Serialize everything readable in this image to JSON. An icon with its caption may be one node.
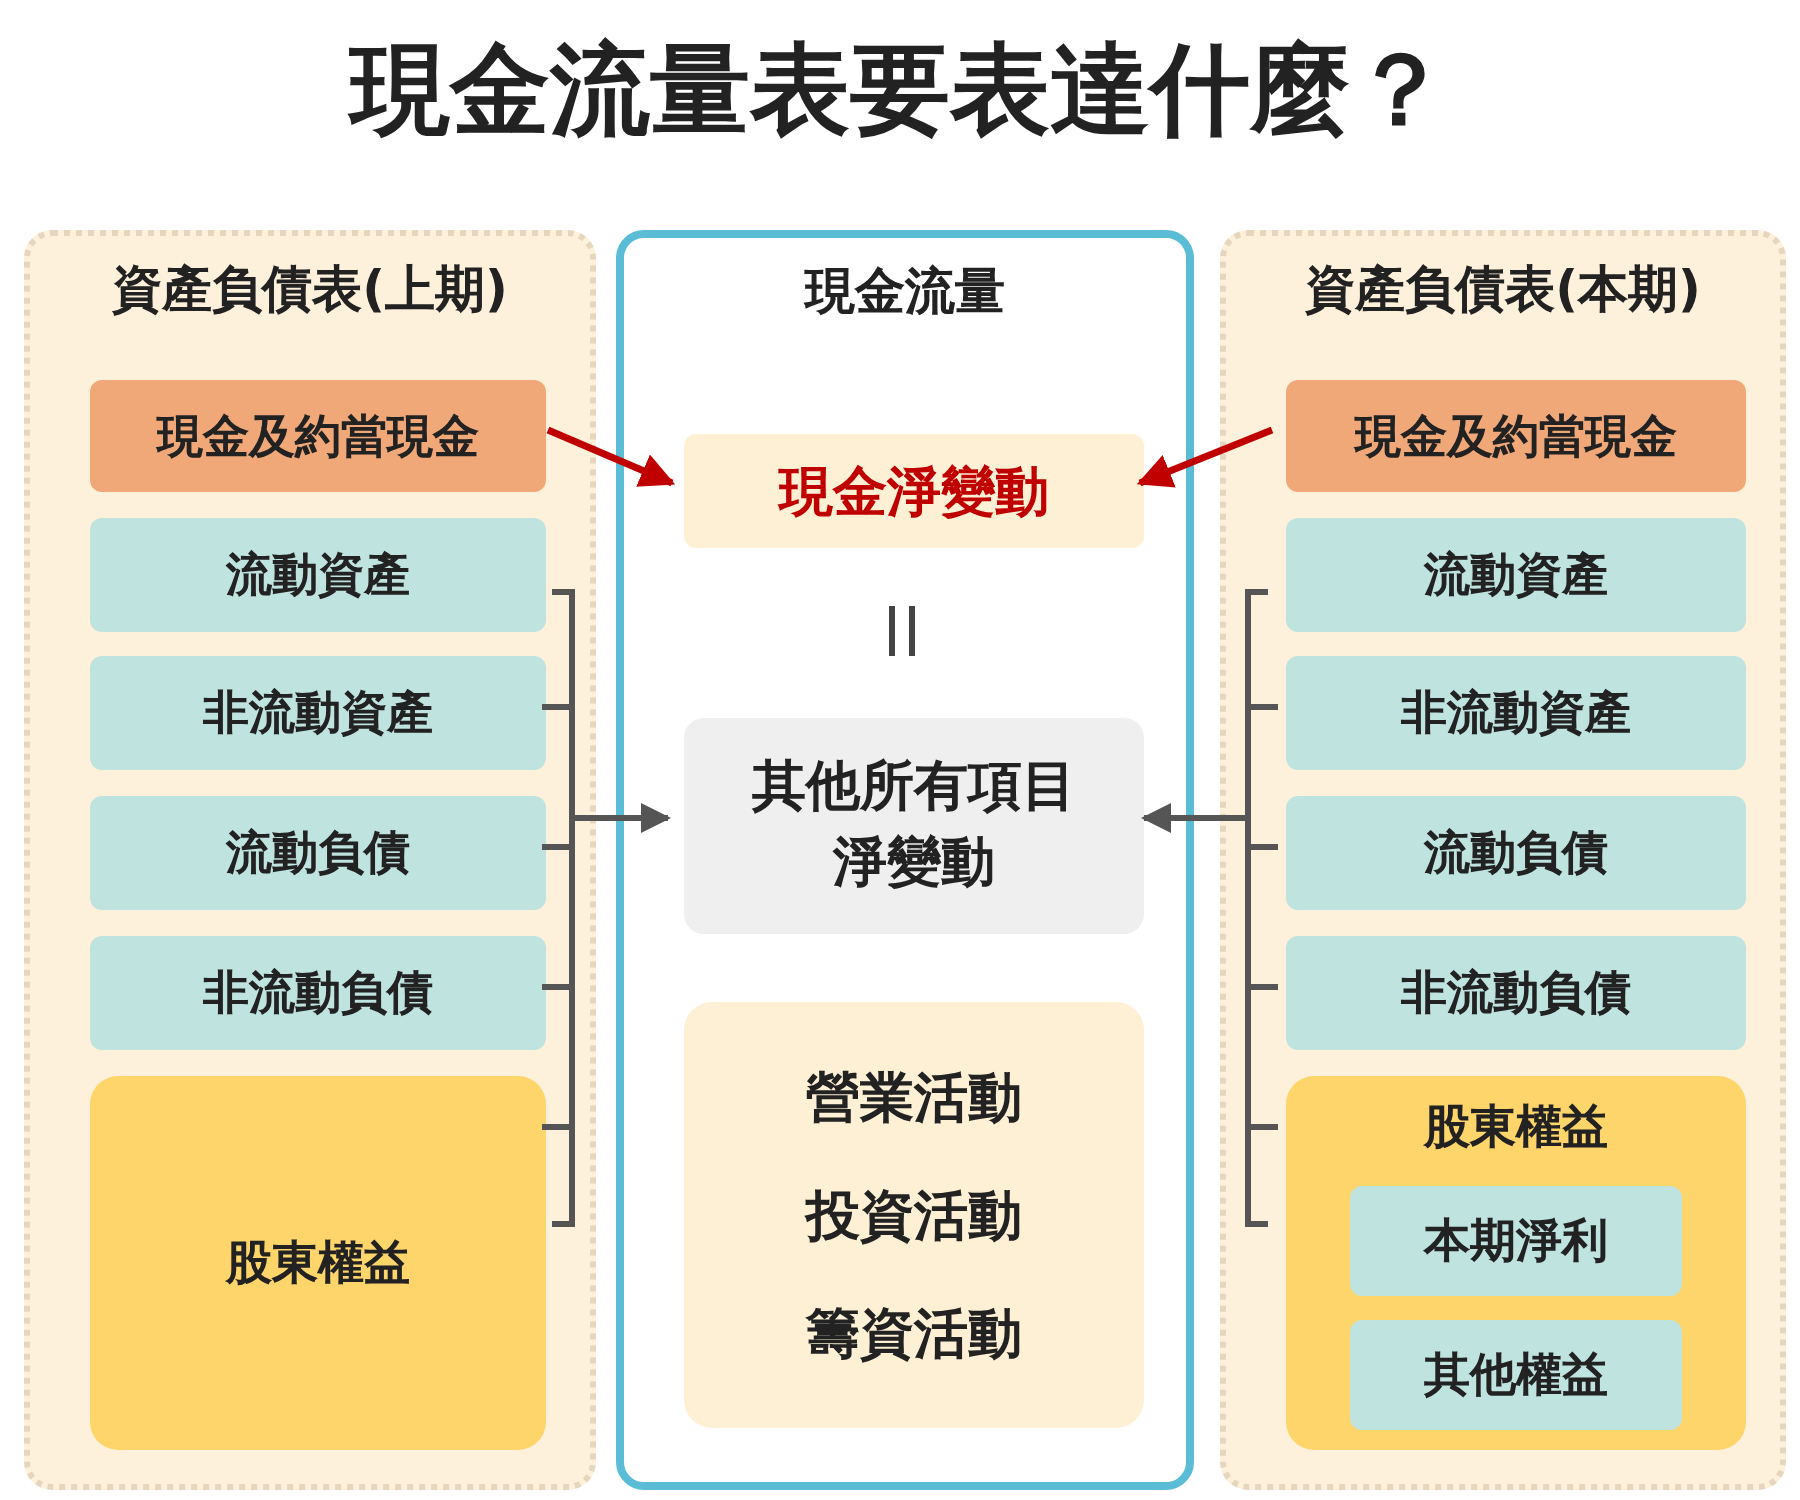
{
  "diagram": {
    "title": "現金流量表要表達什麼？",
    "nodes": [
      {
        "text": [
          "資產負債表(上期)"
        ]
      },
      {
        "text": [
          "現金及約當現金"
        ],
        "in": 0
      },
      {
        "text": [
          "流動資產"
        ],
        "in": 0
      },
      {
        "text": [
          "非流動資產"
        ],
        "in": 0
      },
      {
        "text": [
          "流動負債"
        ],
        "in": 0
      },
      {
        "text": [
          "非流動負債"
        ],
        "in": 0
      },
      {
        "text": [
          "股東權益"
        ],
        "in": 0
      },
      {
        "text": [
          "現金流量"
        ]
      },
      {
        "text": [
          "現金淨變動"
        ],
        "in": 7
      },
      {
        "text": [
          "其他所有項目淨變動"
        ],
        "in": 7
      },
      {
        "text": [
          "營業活動",
          "投資活動",
          "籌資活動"
        ],
        "in": 7
      },
      {
        "text": [
          "資產負債表(本期)"
        ]
      },
      {
        "text": [
          "現金及約當現金"
        ],
        "in": 11
      },
      {
        "text": [
          "流動資產"
        ],
        "in": 11
      },
      {
        "text": [
          "非流動資產"
        ],
        "in": 11
      },
      {
        "text": [
          "流動負債"
        ],
        "in": 11
      },
      {
        "text": [
          "非流動負債"
        ],
        "in": 11
      },
      {
        "text": [
          "股東權益"
        ],
        "in": 11
      },
      {
        "text": [
          "本期淨利"
        ],
        "in": 17
      },
      {
        "text": [
          "其他權益"
        ],
        "in": 17
      }
    ],
    "edges": [
      {
        "from": 1,
        "to": 8,
        "arrow": "to",
        "color": "#c00000"
      },
      {
        "from": 12,
        "to": 8,
        "arrow": "to",
        "color": "#c00000"
      },
      {
        "from": 2,
        "to": 9,
        "arrow": "to"
      },
      {
        "from": 3,
        "to": 9,
        "arrow": "to"
      },
      {
        "from": 4,
        "to": 9,
        "arrow": "to"
      },
      {
        "from": 5,
        "to": 9,
        "arrow": "to"
      },
      {
        "from": 6,
        "to": 9,
        "arrow": "to"
      },
      {
        "from": 13,
        "to": 9,
        "arrow": "to"
      },
      {
        "from": 14,
        "to": 9,
        "arrow": "to"
      },
      {
        "from": 15,
        "to": 9,
        "arrow": "to"
      },
      {
        "from": 16,
        "to": 9,
        "arrow": "to"
      },
      {
        "from": 17,
        "to": 9,
        "arrow": "to"
      }
    ]
  }
}
